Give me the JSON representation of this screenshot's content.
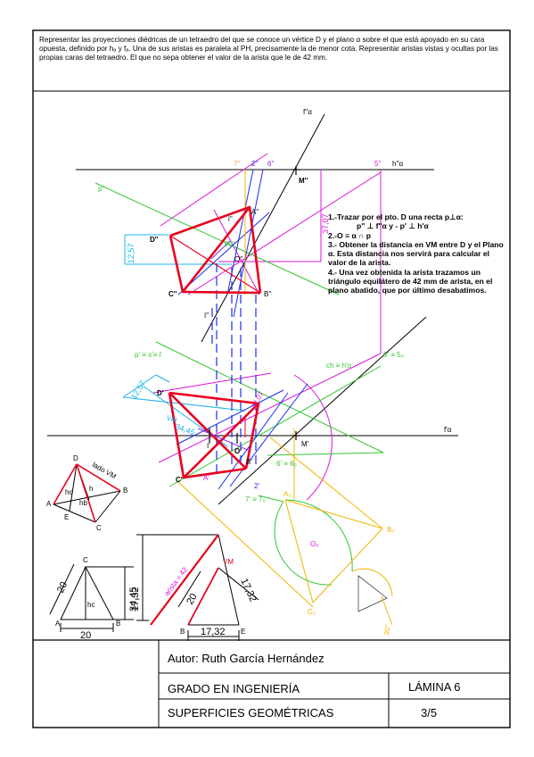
{
  "statement": "Representar las proyecciones diédricas de un tetraedro del que se conoce un vértice D y el plano α sobre el que está apoyado en su cara opuesta, definido por hₐ y fₐ. Una de sus aristas es paralela al PH, precisamente la de menor cota. Representar aristas vistas y ocultas por las propias caras del tetraedro. El que no sepa obtener el valor de la arista que le de 42 mm.",
  "steps": [
    "1.-Trazar por el pto. D una recta p⊥α:",
    "p'' ⊥ f''α  y  - p' ⊥ h'α",
    "2.-O ≡ α ∩ p",
    "3.- Obtener la distancia en VM entre D y el Plano α. Esta distancia nos servirá para calcular el valor de la arista.",
    "4.- Una vez obtenida la arista trazamos un triángulo equilátero de 42 mm de arista, en el plano abatido, que por último desabatimos."
  ],
  "labels": {
    "f2": "f''α",
    "h2": "h''α",
    "n7": "7''",
    "n2": "2''",
    "n6": "6''",
    "n5": "5''",
    "M2": "M''",
    "p2": "p''",
    "A2": "A''",
    "i2": "i''",
    "D2": "D''",
    "O2": "O''",
    "C2": "C''",
    "B2": "B''",
    "I2": "I''",
    "d1257a": "12,57",
    "d3707": "37,07",
    "ang90": "90°",
    "pline": "p' ≡ s'≡ i'",
    "ch": "ch ≡ h'α",
    "five": "5' ≡ 5₀",
    "f1": "f'α",
    "D1": "D'",
    "M1": "M'",
    "I1": "I'",
    "O1": "O'",
    "B1": "B'",
    "C1": "C'",
    "A1": "A'",
    "six": "6' ≡ 6₀",
    "two1": "2'",
    "seven": "7' ≡ 7₀",
    "d1257b": "12,57",
    "VM": "VM",
    "d3445a": "34,45",
    "d3707b": "37,07",
    "A0": "A₀",
    "B0": "B₀",
    "C0": "C₀",
    "O0": "O₀",
    "ang30": "30°"
  },
  "tetra": {
    "D": "D",
    "A": "A",
    "B": "B",
    "C": "C",
    "E": "E",
    "h": "h",
    "hc": "hc",
    "hb": "hb",
    "ladoVM": "lado VM"
  },
  "tri": {
    "C": "C",
    "A": "A",
    "B": "B",
    "d20a": "20",
    "d1732a": "17,32",
    "d20b": "20",
    "hc": "hc"
  },
  "right": {
    "d3445": "34,45",
    "arista": "arista = 42",
    "VM": "VM",
    "d1732c": "17,32",
    "d20c": "20",
    "d1732b": "17,32",
    "B": "B",
    "E": "E"
  },
  "title_block": {
    "author": "Autor: Ruth García Hernández",
    "degree": "GRADO EN INGENIERÍA",
    "sheet": "LÁMINA 6",
    "subject": "SUPERFICIES GEOMÉTRICAS",
    "page": "3/5"
  },
  "colors": {
    "red": "#e8001e",
    "blue": "#1a2cf0",
    "magenta": "#d914d9",
    "green": "#32c832",
    "cyan": "#19b4e8",
    "orange": "#f0b400",
    "purple": "#8a2be2",
    "black": "#000000"
  }
}
